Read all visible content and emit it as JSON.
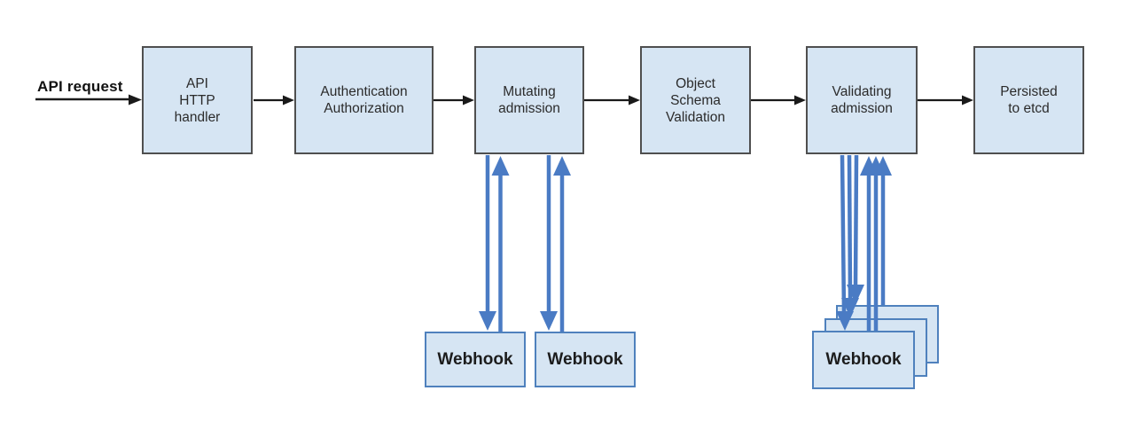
{
  "flow": {
    "input_label": "API request",
    "stages": [
      {
        "id": "api-http-handler",
        "lines": [
          "API",
          "HTTP",
          "handler"
        ]
      },
      {
        "id": "authentication-authorization",
        "lines": [
          "Authentication",
          "Authorization"
        ]
      },
      {
        "id": "mutating-admission",
        "lines": [
          "Mutating",
          "admission"
        ]
      },
      {
        "id": "object-schema-validation",
        "lines": [
          "Object",
          "Schema",
          "Validation"
        ]
      },
      {
        "id": "validating-admission",
        "lines": [
          "Validating",
          "admission"
        ]
      },
      {
        "id": "persisted-to-etcd",
        "lines": [
          "Persisted",
          "to etcd"
        ]
      }
    ]
  },
  "webhooks": {
    "mutating": [
      "Webhook",
      "Webhook"
    ],
    "validating": {
      "front_label": "Webhook",
      "stacked_boxes": 3
    }
  },
  "colors": {
    "stage_fill": "#d6e5f3",
    "stage_border": "#4f4f4f",
    "webhook_border": "#4f81bd",
    "arrow_black": "#1a1a1a",
    "arrow_blue": "#4a7bc4"
  }
}
